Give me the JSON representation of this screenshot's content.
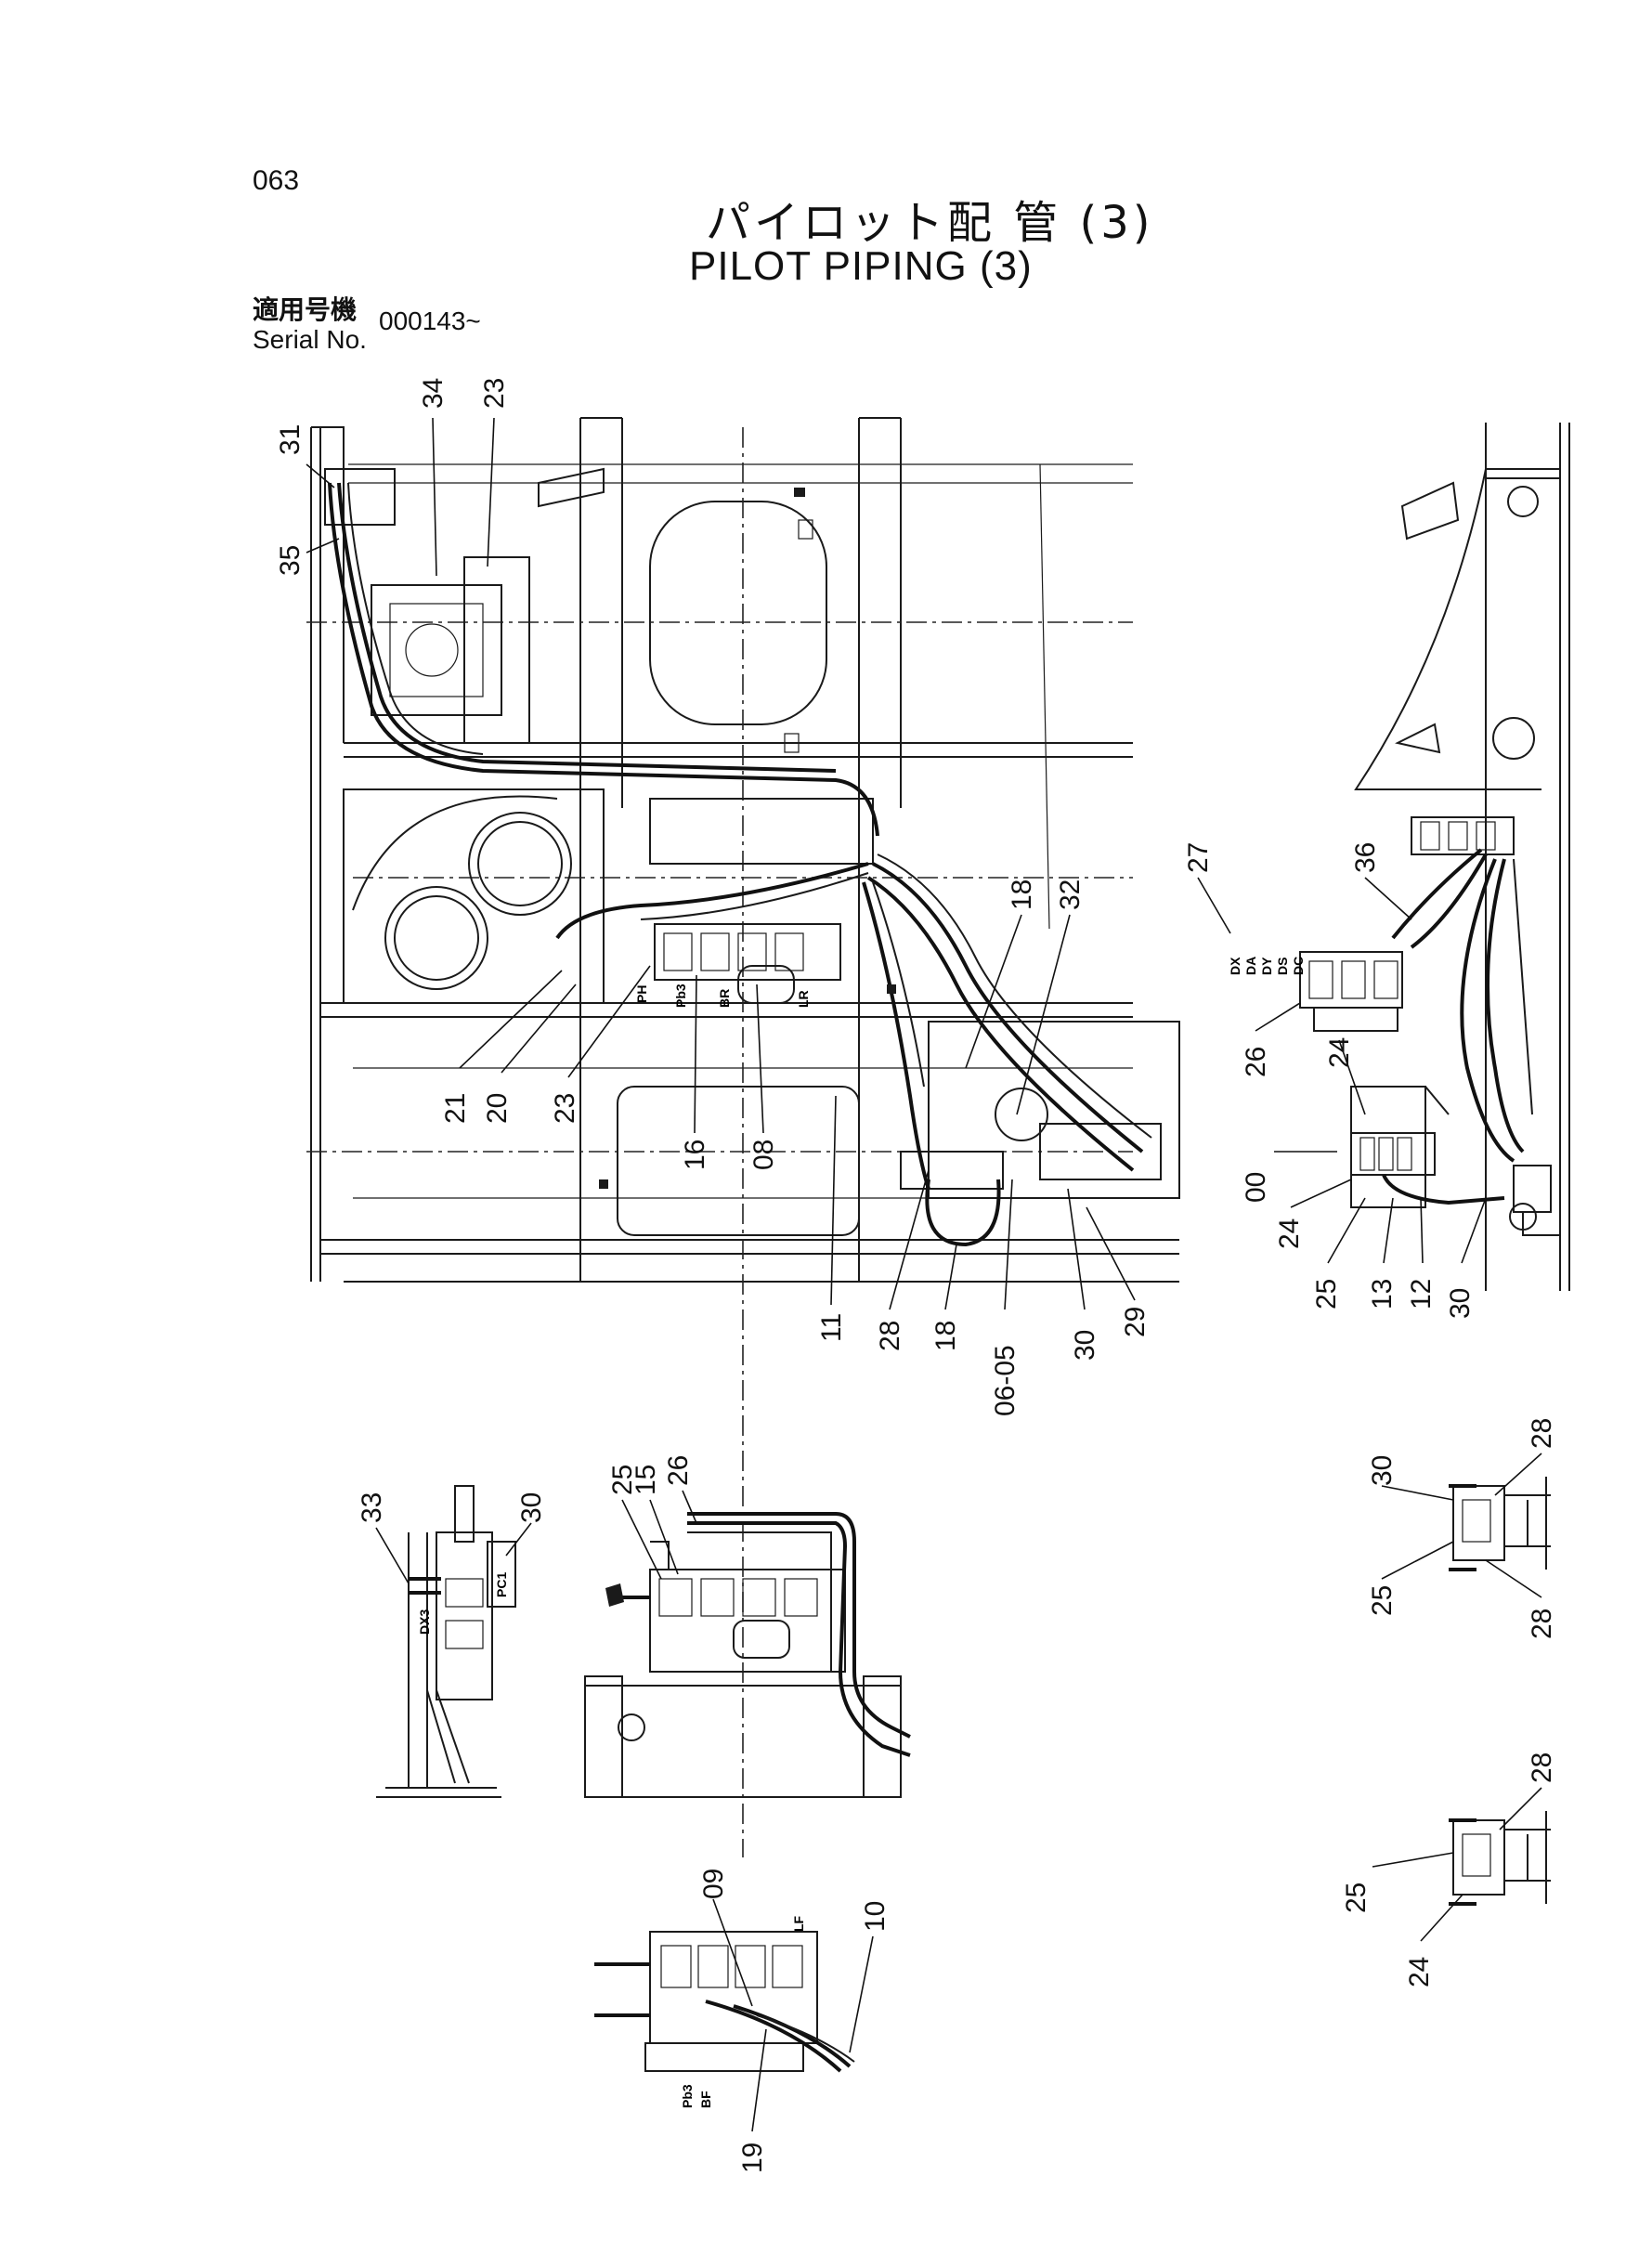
{
  "header": {
    "page_number": "063",
    "title_jp": "パイロット配 管 (3)",
    "title_en": "PILOT  PIPING (3)",
    "serial_label_jp": "適用号機",
    "serial_label_en": "Serial No.",
    "serial_value": "000143~"
  },
  "callouts": {
    "main": [
      "31",
      "34",
      "23",
      "35",
      "21",
      "20",
      "23",
      "16",
      "08",
      "18",
      "32",
      "11",
      "28",
      "18",
      "06-05",
      "30",
      "29"
    ],
    "right": [
      "27",
      "36",
      "26",
      "24",
      "00",
      "24",
      "25",
      "13",
      "12",
      "30"
    ],
    "detail_left": [
      "33",
      "30",
      "25",
      "15",
      "26"
    ],
    "detail_bottom": [
      "09",
      "10",
      "19"
    ],
    "detail_right_upper": [
      "30",
      "28",
      "25",
      "28"
    ],
    "detail_right_lower": [
      "28",
      "25",
      "24"
    ]
  },
  "port_labels": [
    "PH",
    "Pb3",
    "BR",
    "LR",
    "DX",
    "DA",
    "DY",
    "DS",
    "DC",
    "DX3",
    "PC1",
    "Pb3",
    "BF",
    "LF"
  ]
}
